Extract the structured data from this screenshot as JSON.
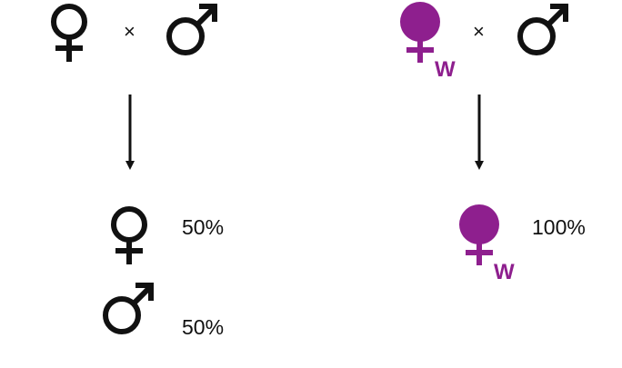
{
  "colors": {
    "ink": "#111111",
    "wolbachia": "#8e1f8e"
  },
  "left_cross": {
    "operator": "×",
    "female_icon": "female-symbol-icon",
    "male_icon": "male-symbol-icon",
    "offspring": [
      {
        "sex": "female",
        "percent": "50%"
      },
      {
        "sex": "male",
        "percent": "50%"
      }
    ]
  },
  "right_cross": {
    "operator": "×",
    "female_icon": "infected-female-symbol-icon",
    "female_subscript": "W",
    "male_icon": "male-symbol-icon",
    "offspring": [
      {
        "sex": "female",
        "subscript": "W",
        "percent": "100%"
      }
    ]
  }
}
